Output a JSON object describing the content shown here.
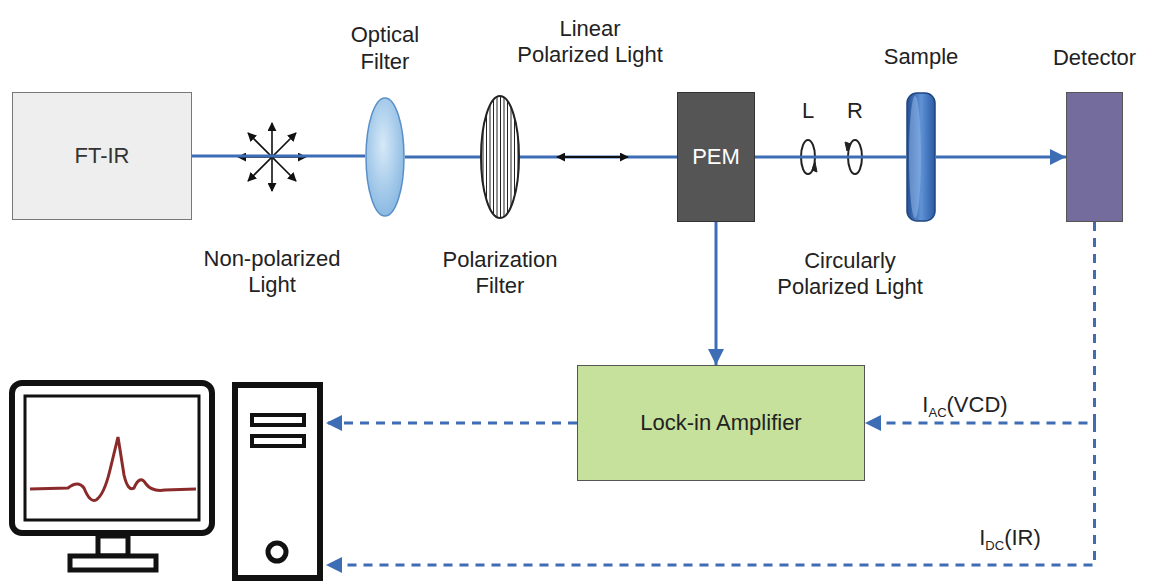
{
  "diagram": {
    "nodes": [
      {
        "text": [
          "FT-IR"
        ]
      },
      {
        "text": [
          "Optical Filter"
        ]
      },
      {
        "text": [
          "Polarization Filter"
        ]
      },
      {
        "text": [
          "PEM"
        ]
      },
      {
        "text": [
          "Sample"
        ]
      },
      {
        "text": [
          "Detector"
        ]
      },
      {
        "text": [
          "Lock-in Amplifier"
        ]
      }
    ],
    "edges": [
      {
        "from": 0,
        "to": 1,
        "arrow": "none"
      },
      {
        "from": 1,
        "to": 2,
        "arrow": "none"
      },
      {
        "from": 2,
        "to": 3,
        "arrow": "none"
      },
      {
        "from": 3,
        "to": 4,
        "arrow": "none"
      },
      {
        "from": 4,
        "to": 5,
        "arrow": "to"
      },
      {
        "from": 3,
        "to": 6,
        "arrow": "to"
      },
      {
        "from": 5,
        "to": 6,
        "arrow": "to",
        "label": "IAC(VCD)"
      }
    ],
    "labels": [
      "Non-polarized Light",
      "Linear Polarized Light",
      "L",
      "R",
      "Circularly Polarized Light",
      "IDC(IR)"
    ]
  }
}
